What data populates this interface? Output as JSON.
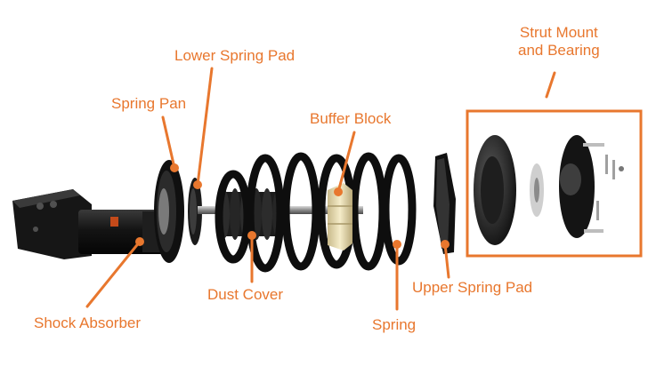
{
  "accent_color": "#e8772e",
  "labels": {
    "strut_mount_line1": "Strut Mount",
    "strut_mount_line2": "and Bearing",
    "lower_spring_pad": "Lower Spring Pad",
    "spring_pan": "Spring Pan",
    "buffer_block": "Buffer Block",
    "dust_cover": "Dust Cover",
    "upper_spring_pad": "Upper Spring Pad",
    "spring": "Spring",
    "shock_absorber": "Shock Absorber"
  }
}
